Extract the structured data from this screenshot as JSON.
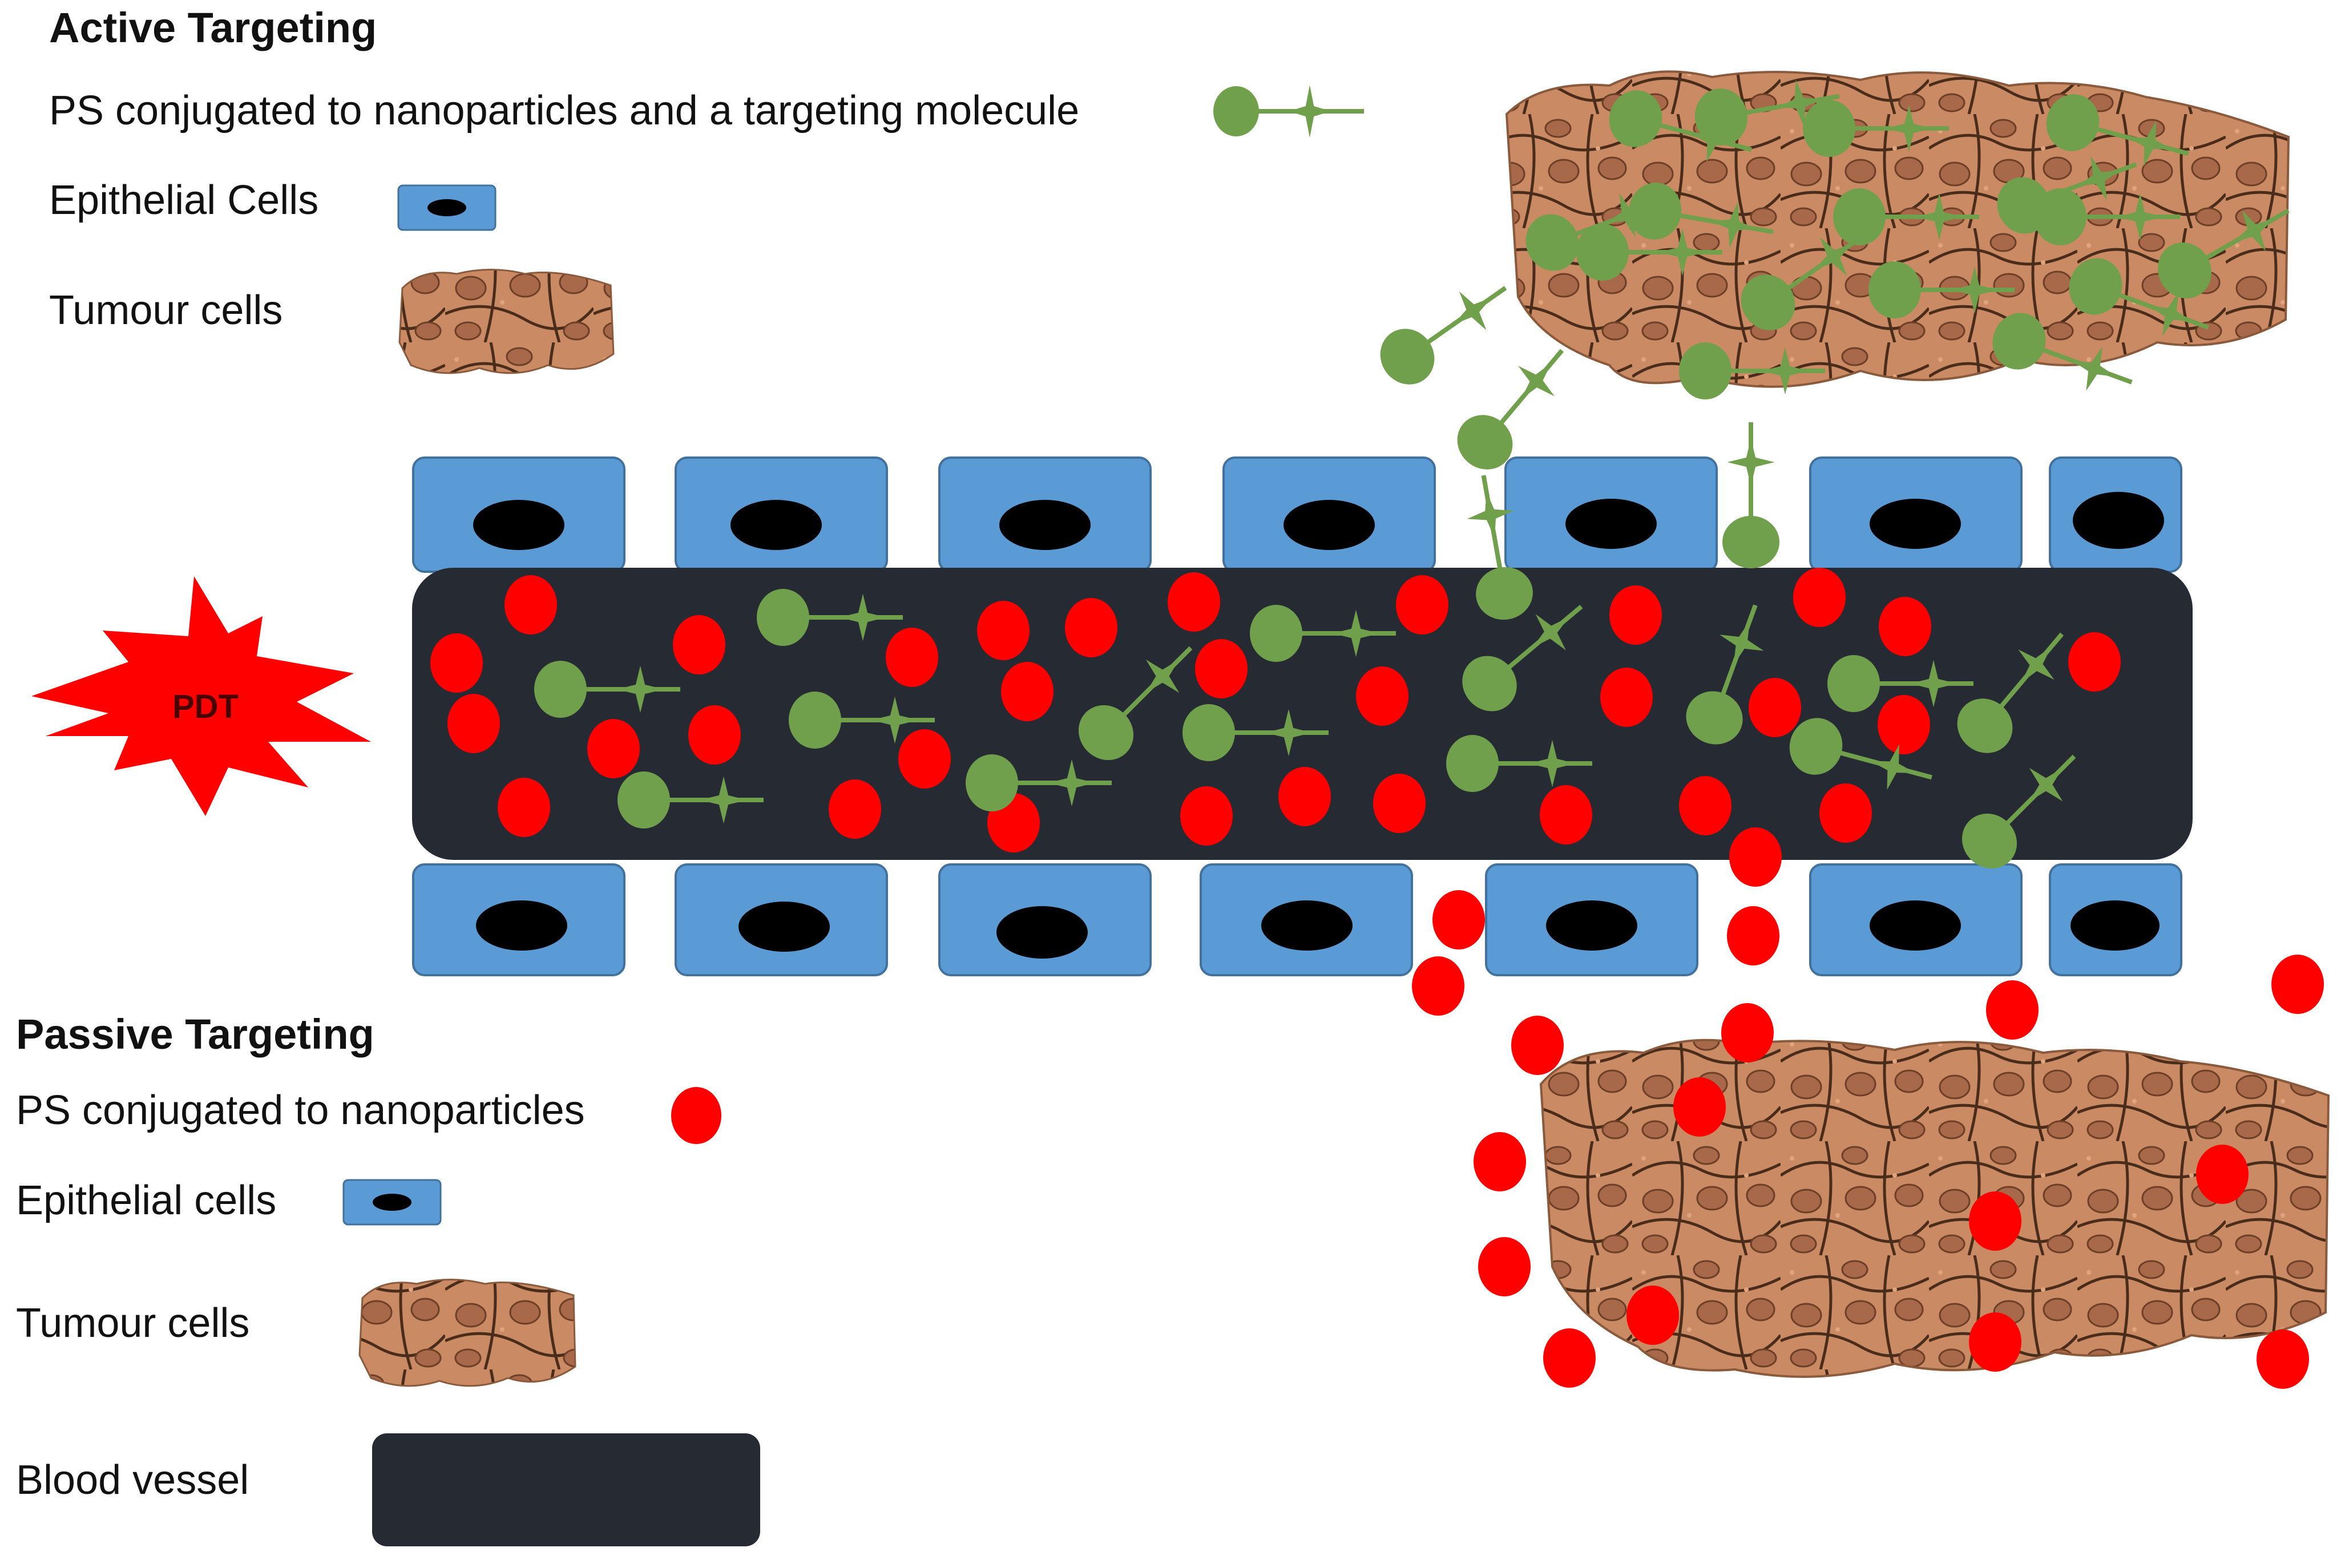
{
  "active": {
    "heading": "Active Targeting",
    "items": [
      {
        "label": "PS conjugated to nanoparticles and a targeting molecule",
        "icon": "targeted-nanoparticle-icon"
      },
      {
        "label": "Epithelial Cells",
        "icon": "epithelial-cell-icon"
      },
      {
        "label": "Tumour cells",
        "icon": "tumour-cells-icon"
      }
    ]
  },
  "passive": {
    "heading": "Passive Targeting",
    "items": [
      {
        "label": "PS  conjugated to nanoparticles",
        "icon": "nanoparticle-icon"
      },
      {
        "label": "Epithelial cells",
        "icon": "epithelial-cell-icon"
      },
      {
        "label": "Tumour cells",
        "icon": "tumour-cells-icon"
      },
      {
        "label": "Blood vessel",
        "icon": "blood-vessel-icon"
      }
    ]
  },
  "pdt": {
    "label": "PDT",
    "icon": "pdt-burst-icon"
  },
  "colors": {
    "vessel": "#252a33",
    "epithelial_cell": "#5b9bd5",
    "epithelial_border": "#41719c",
    "nucleus": "#000000",
    "nanoparticle": "#ff0000",
    "targeted_nanoparticle": "#70a04b",
    "tumour_base": "#c98a64",
    "tumour_dark": "#7a4a2d",
    "pdt_burst": "#ff0000"
  }
}
